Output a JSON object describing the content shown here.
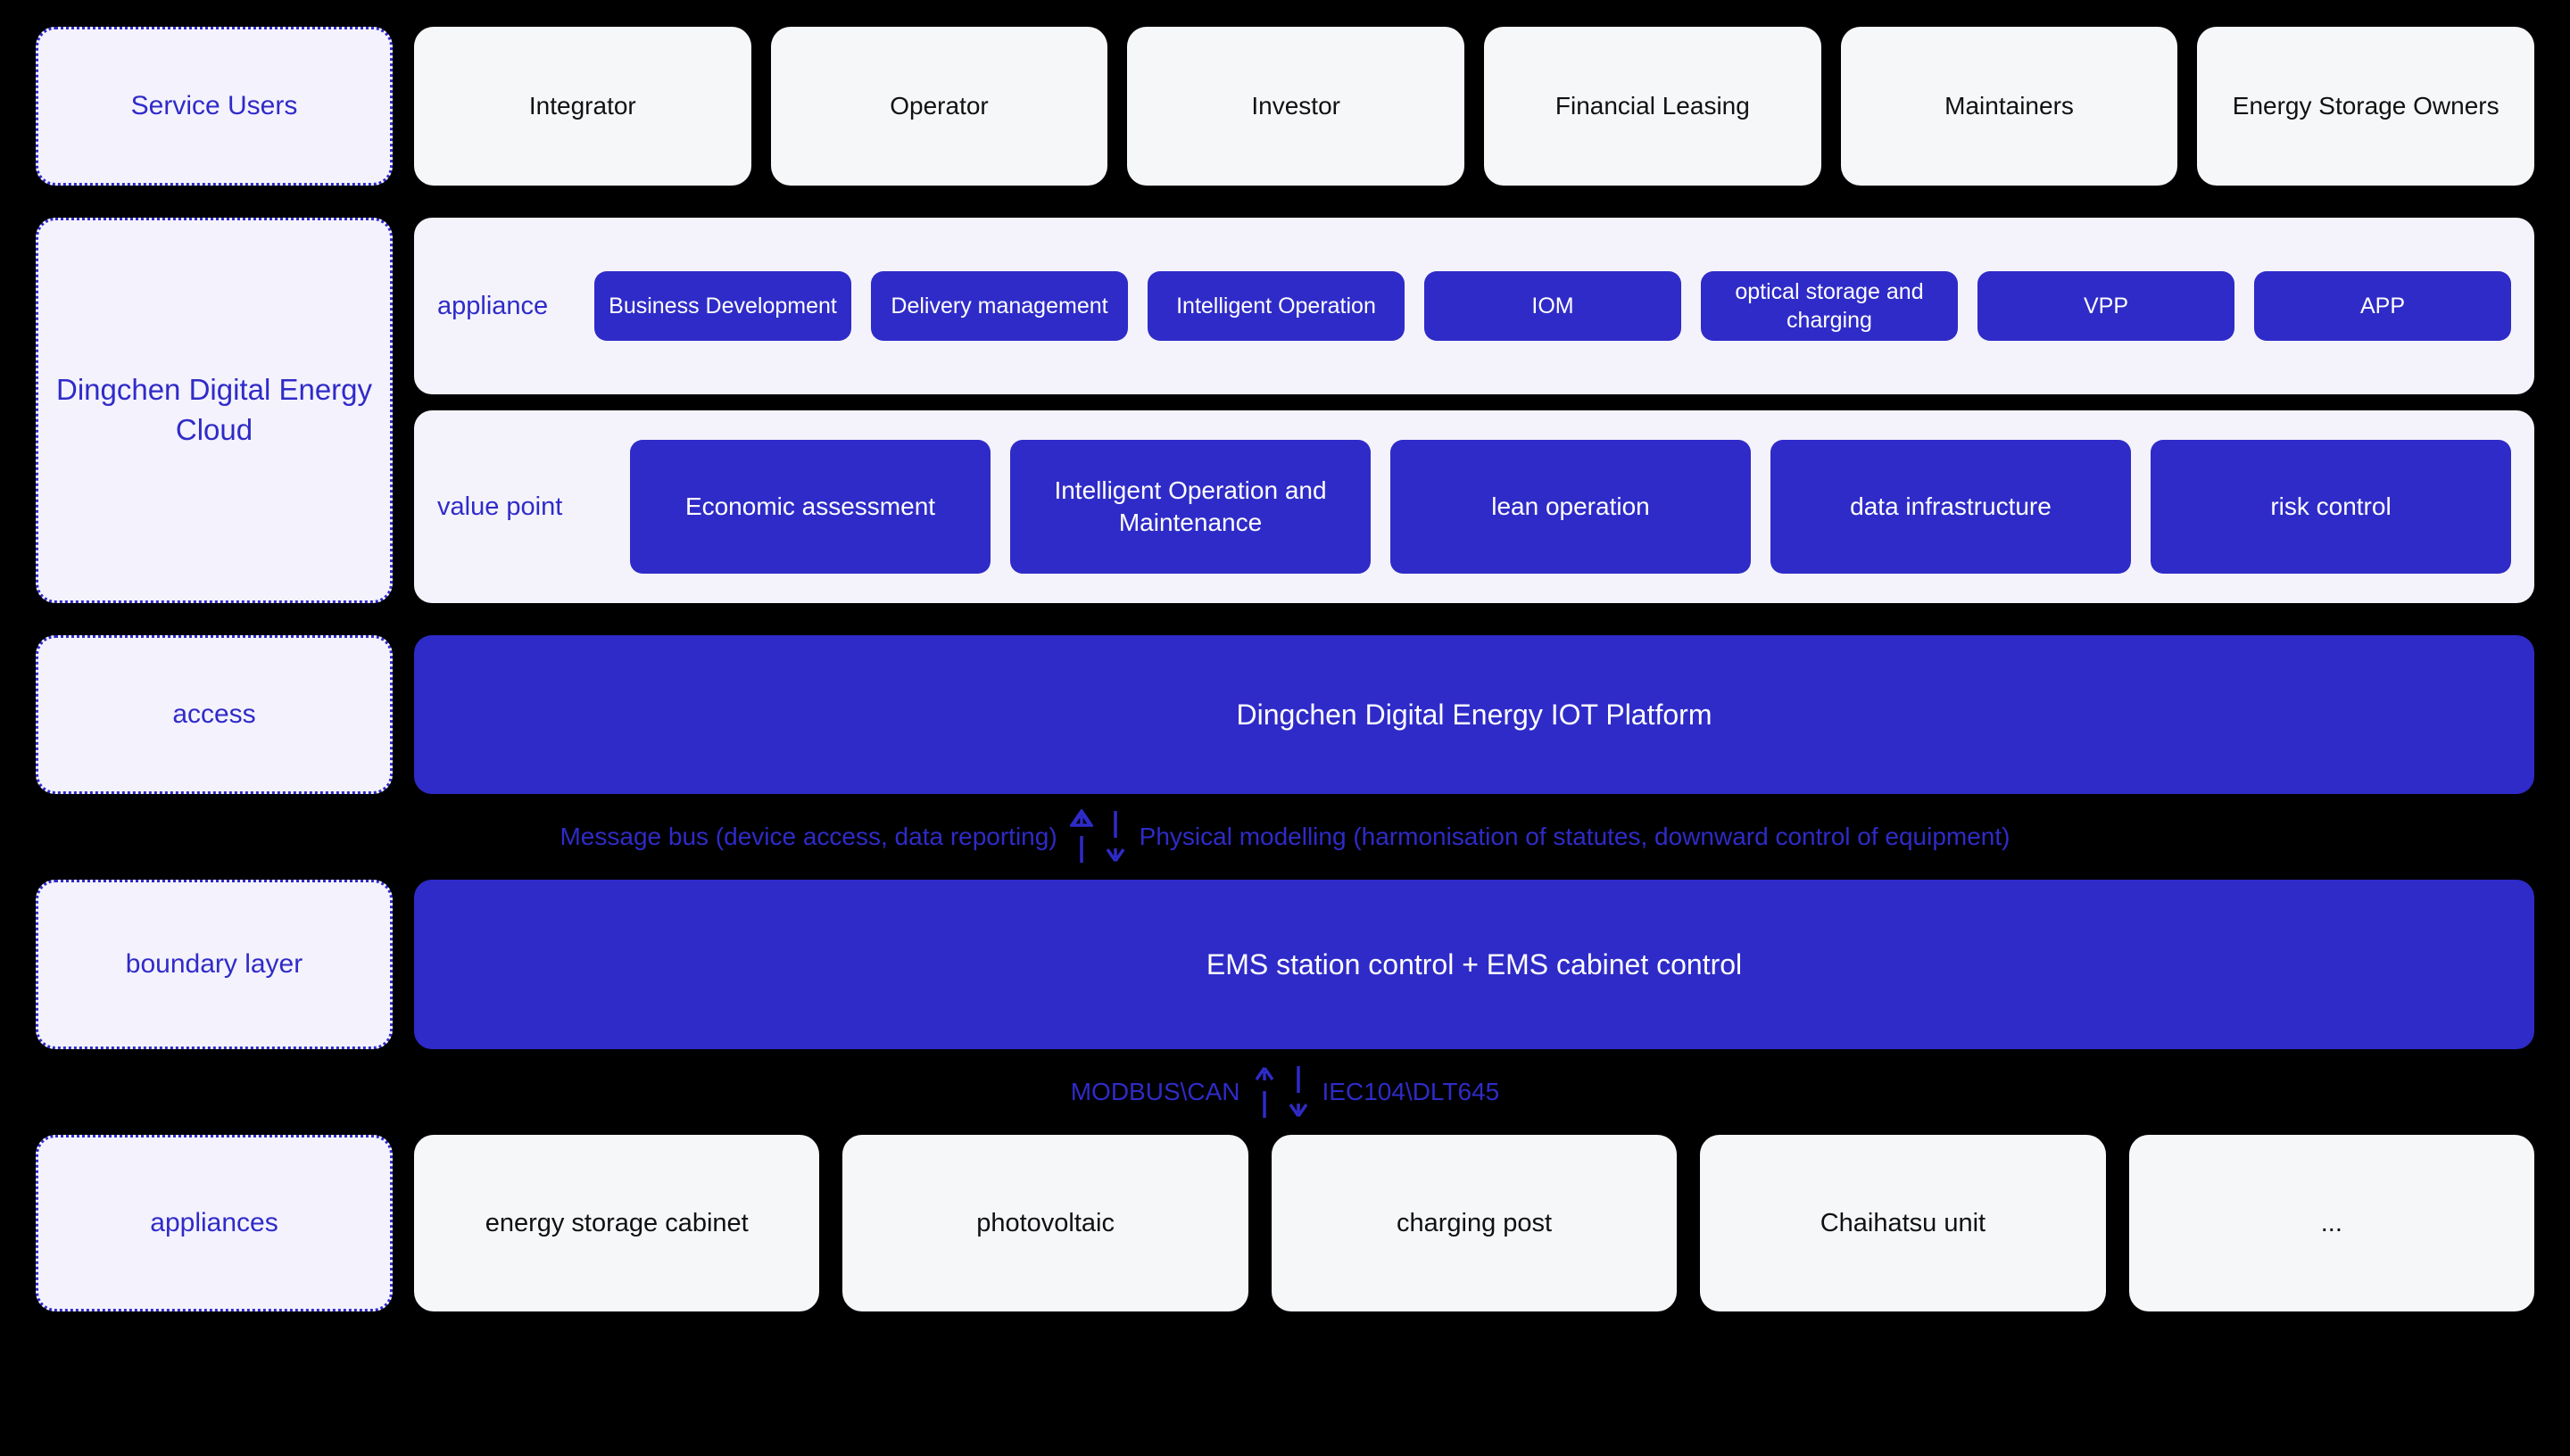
{
  "service_users": {
    "label": "Service Users",
    "cards": [
      "Integrator",
      "Operator",
      "Investor",
      "Financial Leasing",
      "Maintainers",
      "Energy Storage Owners"
    ]
  },
  "cloud": {
    "label": "Dingchen Digital Energy Cloud",
    "appliance": {
      "title": "appliance",
      "chips": [
        "Business Development",
        "Delivery management",
        "Intelligent Operation",
        "IOM",
        "optical storage and charging",
        "VPP",
        "APP"
      ]
    },
    "value_point": {
      "title": "value point",
      "chips": [
        "Economic assessment",
        "Intelligent Operation and Maintenance",
        "lean operation",
        "data infrastructure",
        "risk control"
      ]
    }
  },
  "access": {
    "label": "access",
    "bar": "Dingchen Digital Energy IOT Platform"
  },
  "connector_top": {
    "left": "Message bus (device access, data reporting)",
    "right": "Physical modelling (harmonisation of statutes, downward control of equipment)",
    "up_icon": "arrow-up-icon",
    "down_icon": "arrow-down-icon"
  },
  "boundary": {
    "label": "boundary layer",
    "bar": "EMS station control + EMS cabinet control"
  },
  "connector_bottom": {
    "left": "MODBUS\\CAN",
    "right": "IEC104\\DLT645",
    "up_icon": "arrow-up-icon",
    "down_icon": "arrow-down-icon"
  },
  "appliances": {
    "label": "appliances",
    "cards": [
      "energy storage cabinet",
      "photovoltaic",
      "charging post",
      "Chaihatsu unit",
      "..."
    ]
  },
  "colors": {
    "background": "#000000",
    "accent": "#2f2bc8",
    "label_fill": "#f4f2fd",
    "card_fill": "#f6f7f9",
    "panel_fill": "#f4f3fc",
    "chip_text": "#ffffff",
    "card_text": "#111111"
  }
}
